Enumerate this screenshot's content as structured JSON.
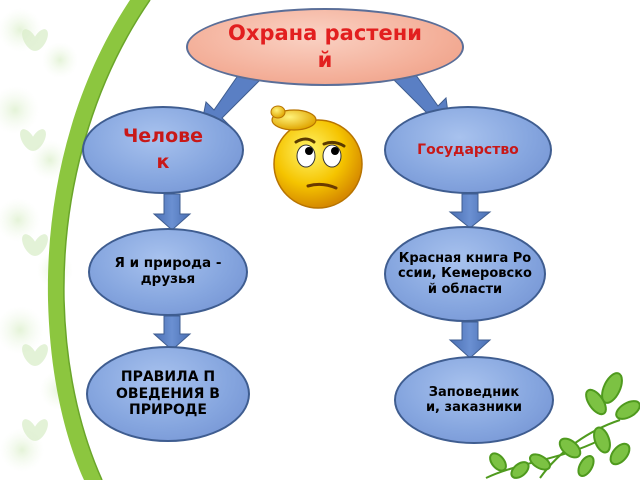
{
  "diagram": {
    "root": "Охрана растений",
    "left_branch": {
      "head": "Человек",
      "level2": "Я и природа - друзья",
      "level3": "ПРАВИЛА ПОВЕДЕНИЯ В ПРИРОДЕ"
    },
    "right_branch": {
      "head": "Государство",
      "level2": "Красная книга России, Кемеровской области",
      "level3": "Заповедники, заказники"
    },
    "colors": {
      "root_fill": "#f4b09a",
      "node_fill": "#86a6df",
      "arrow_fill": "#5a7fc4",
      "title_text": "#e21f1f",
      "body_text": "#000000",
      "green_decor": "#8cc63f"
    },
    "icons": [
      "thinking-smiley-icon",
      "green-leaves-icon"
    ]
  }
}
